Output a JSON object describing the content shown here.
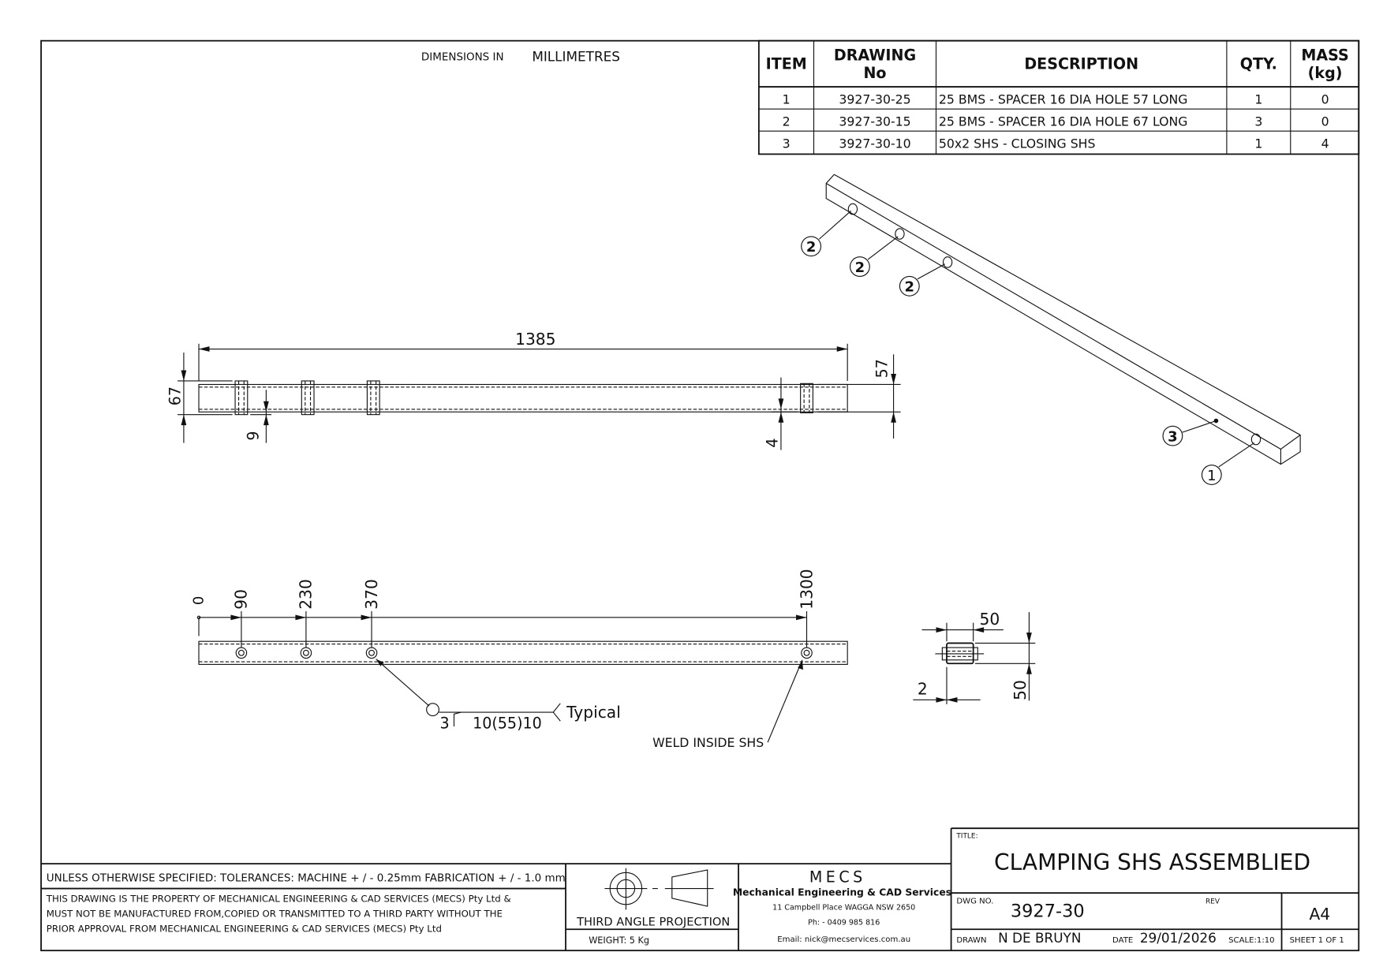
{
  "header": {
    "dimensions_label": "DIMENSIONS IN",
    "units": "MILLIMETRES"
  },
  "bom": {
    "headers": {
      "item": "ITEM",
      "drawing_1": "DRAWING",
      "drawing_2": "No",
      "description": "DESCRIPTION",
      "qty": "QTY.",
      "mass_1": "MASS",
      "mass_2": "(kg)"
    },
    "rows": [
      {
        "item": "1",
        "drawing": "3927-30-25",
        "description": "25 BMS - SPACER 16 DIA HOLE 57 LONG",
        "qty": "1",
        "mass": "0"
      },
      {
        "item": "2",
        "drawing": "3927-30-15",
        "description": "25 BMS - SPACER 16 DIA HOLE 67 LONG",
        "qty": "3",
        "mass": "0"
      },
      {
        "item": "3",
        "drawing": "3927-30-10",
        "description": "50x2 SHS -  CLOSING SHS",
        "qty": "1",
        "mass": "4"
      }
    ]
  },
  "top_view": {
    "overall": "1385",
    "left_spacer": "67",
    "right_spacer": "57",
    "gap_left": "9",
    "gap_right": "4"
  },
  "bottom_view": {
    "ordinates": [
      "0",
      "90",
      "230",
      "370",
      "1300"
    ],
    "weld_size": "3",
    "weld_pattern": "10(55)10",
    "weld_note": "Typical",
    "weld_inside": "WELD INSIDE SHS"
  },
  "section_view": {
    "width": "50",
    "height": "50",
    "wall": "2"
  },
  "balloons": [
    "2",
    "2",
    "2",
    "3",
    "1"
  ],
  "title_block": {
    "tolerances": "UNLESS OTHERWISE SPECIFIED: TOLERANCES: MACHINE + / - 0.25mm  FABRICATION + / - 1.0 mm",
    "property_1": "THIS DRAWING IS THE PROPERTY OF MECHANICAL ENGINEERING & CAD SERVICES (MECS) Pty Ltd &",
    "property_2": "MUST NOT BE MANUFACTURED FROM,COPIED OR TRANSMITTED TO A THIRD PARTY WITHOUT THE",
    "property_3": "PRIOR APPROVAL FROM MECHANICAL ENGINEERING & CAD SERVICES (MECS) Pty Ltd",
    "projection": "THIRD ANGLE PROJECTION",
    "weight": "WEIGHT:  5 Kg",
    "company_logo": "MECS",
    "company_name": "Mechanical Engineering & CAD Services",
    "address": "11 Campbell Place WAGGA NSW 2650",
    "phone": "Ph: - 0409 985 816",
    "email": "Email: nick@mecservices.com.au",
    "title_label": "TITLE:",
    "title": "CLAMPING SHS ASSEMBLIED",
    "dwg_label": "DWG NO.",
    "dwg_no": "3927-30",
    "rev_label": "REV",
    "size": "A4",
    "drawn_label": "DRAWN",
    "drawn_by": "N DE BRUYN",
    "date_label": "DATE",
    "date": "29/01/2026",
    "scale": "SCALE:1:10",
    "sheet": "SHEET 1 OF 1"
  }
}
